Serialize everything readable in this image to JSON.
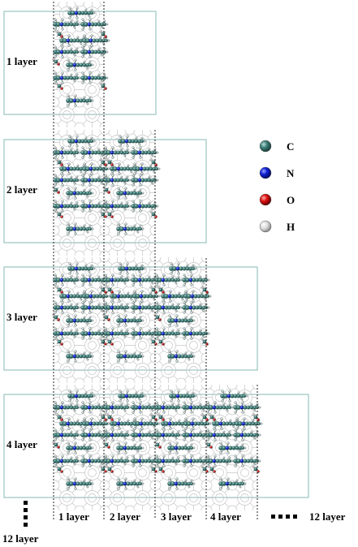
{
  "stack_panels": [
    {
      "label": "1 layer",
      "layers": 1
    },
    {
      "label": "2 layer",
      "layers": 2
    },
    {
      "label": "3 layer",
      "layers": 3
    },
    {
      "label": "4 layer",
      "layers": 4
    }
  ],
  "bottom_axis": {
    "labels": [
      "1 layer",
      "2 layer",
      "3 layer",
      "4 layer"
    ],
    "continuation_label": "12 layer",
    "vertical_continuation_label": "12 layer"
  },
  "legend": {
    "items": [
      {
        "symbol": "C",
        "color": "#3f7f7a",
        "name": "carbon-atom-icon"
      },
      {
        "symbol": "N",
        "color": "#1020d8",
        "name": "nitrogen-atom-icon"
      },
      {
        "symbol": "O",
        "color": "#e01010",
        "name": "oxygen-atom-icon"
      },
      {
        "symbol": "H",
        "color": "#d8d8d8",
        "name": "hydrogen-atom-icon"
      }
    ]
  },
  "colors": {
    "panel_border": "#86b8b4",
    "framework": "#bdbdbd",
    "divider": "#222222"
  }
}
